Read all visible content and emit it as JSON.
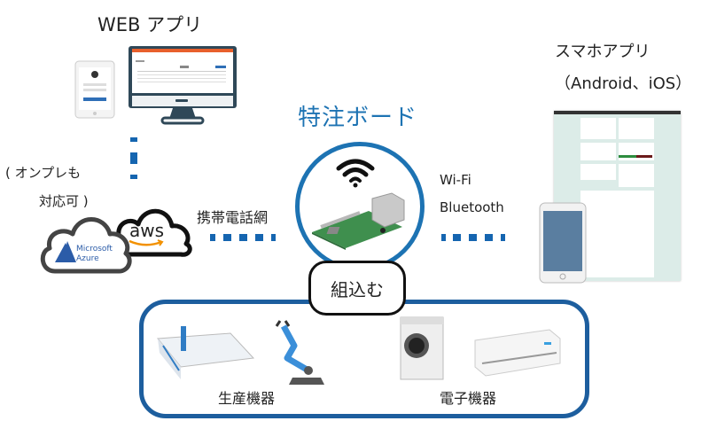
{
  "labels": {
    "web_app": "WEB アプリ",
    "smartphone_app_line1": "スマホアプリ",
    "smartphone_app_line2": "（Android、iOS）",
    "onpremise_line1": "( オンプレも",
    "onpremise_line2": "対応可 )",
    "cellular_network": "携帯電話網",
    "custom_board": "特注ボード",
    "wifi": "Wi-Fi",
    "bluetooth": "Bluetooth",
    "embed": "組込む",
    "production_equipment": "生産機器",
    "electronic_devices": "電子機器"
  },
  "cloud": {
    "aws_text": "aws",
    "azure_line1": "Microsoft",
    "azure_line2": "Azure"
  },
  "icons": [
    "tablet-icon",
    "monitor-icon",
    "smartphone-icon",
    "cloud-aws-icon",
    "cloud-azure-icon",
    "wifi-icon",
    "raspberry-pi-board-icon",
    "cutting-machine-icon",
    "robot-arm-icon",
    "washing-machine-icon",
    "air-conditioner-icon"
  ],
  "colors": {
    "accent_blue": "#1d73b3",
    "dash_blue": "#1565b0",
    "web_header_orange": "#e8602c",
    "monitor_frame": "#2f4858",
    "phone_screen": "#5a7ea0",
    "app_bg": "#dcece8"
  }
}
